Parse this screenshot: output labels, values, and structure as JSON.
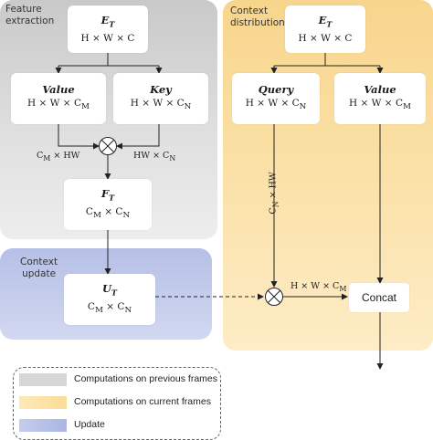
{
  "panels": {
    "feature": "Feature\nextraction",
    "distribution": "Context\ndistribution",
    "update": "Context\nupdate"
  },
  "nodes": {
    "et_left": {
      "title": "E",
      "sub": "T",
      "dims": "H × W × C"
    },
    "et_right": {
      "title": "E",
      "sub": "T",
      "dims": "H × W × C"
    },
    "value_left": {
      "title": "Value",
      "dims": "H × W × C",
      "dims_sub": "M"
    },
    "key": {
      "title": "Key",
      "dims": "H × W × C",
      "dims_sub": "N"
    },
    "ft": {
      "title": "F",
      "sub": "T",
      "dims": "C",
      "dims_sub": "M",
      "dims2": " × C",
      "dims2_sub": "N"
    },
    "ut": {
      "title": "U",
      "sub": "T",
      "dims": "C",
      "dims_sub": "M",
      "dims2": " × C",
      "dims2_sub": "N"
    },
    "query": {
      "title": "Query",
      "dims": "H × W × C",
      "dims_sub": "N"
    },
    "value_right": {
      "title": "Value",
      "dims": "H × W × C",
      "dims_sub": "M"
    },
    "concat": "Concat"
  },
  "labels": {
    "cm_hw": "C",
    "cm_hw_sub": "M",
    "cm_hw_tail": " × HW",
    "hw_cn": "HW × C",
    "hw_cn_sub": "N",
    "cn_hw": "C",
    "cn_hw_sub": "N",
    "cn_hw_tail": " × HW",
    "hwcm": "H × W × C",
    "hwcm_sub": "M"
  },
  "legend": [
    {
      "text": "Computations on previous frames",
      "color": "#d6d6d6"
    },
    {
      "text": "Computations on current frames",
      "color": "#fbe1a8"
    },
    {
      "text": "Update",
      "color": "#b6c0e6"
    }
  ]
}
